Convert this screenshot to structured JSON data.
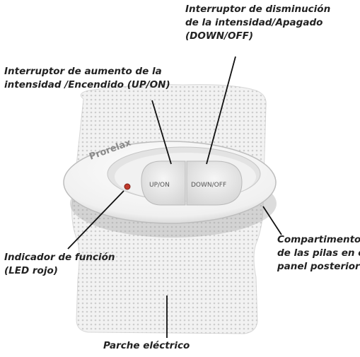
{
  "labels": {
    "down_off": [
      "Interruptor de disminución",
      "de la intensidad/Apagado",
      "(DOWN/OFF)"
    ],
    "up_on": [
      "Interruptor de aumento de la",
      "intensidad /Encendido (UP/ON)"
    ],
    "led": [
      "Indicador de función",
      "(LED rojo)"
    ],
    "battery": [
      "Compartimento",
      "de las pilas en el",
      "panel posterior"
    ],
    "patch": "Parche eléctrico"
  },
  "device": {
    "brand": "Prorelax",
    "up_button": "UP/ON",
    "down_button": "DOWN/OFF"
  },
  "colors": {
    "patch": "#f2f2f2",
    "device_body": "#fafafa",
    "led": "#c0392b",
    "label_text": "#222222"
  }
}
